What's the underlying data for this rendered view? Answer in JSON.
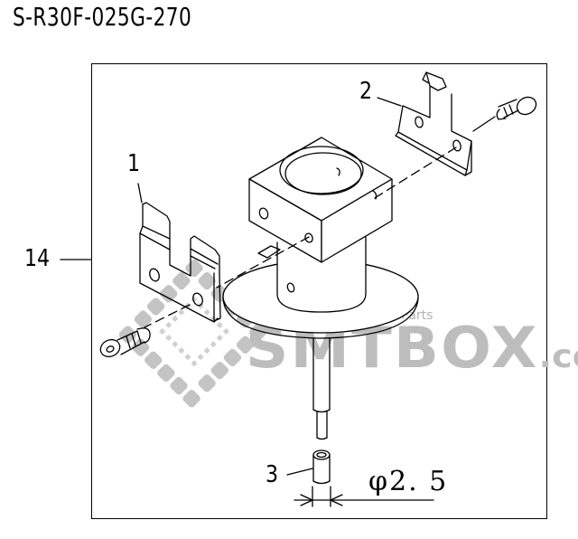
{
  "header": {
    "part_number": "S-R30F-025G-270"
  },
  "callouts": [
    {
      "id": "1",
      "label": "1"
    },
    {
      "id": "2",
      "label": "2"
    },
    {
      "id": "3",
      "label": "3"
    },
    {
      "id": "14",
      "label": "14"
    }
  ],
  "dimension": {
    "label": "φ2. 5"
  },
  "watermark": {
    "tagline": "One Box, All SMT Spare Parts",
    "brand": "SMTBOX",
    "suffix": ".com",
    "color": "#bdbdbd"
  },
  "colors": {
    "line": "#000000",
    "background": "#ffffff",
    "watermark": "#b3b3b3"
  }
}
